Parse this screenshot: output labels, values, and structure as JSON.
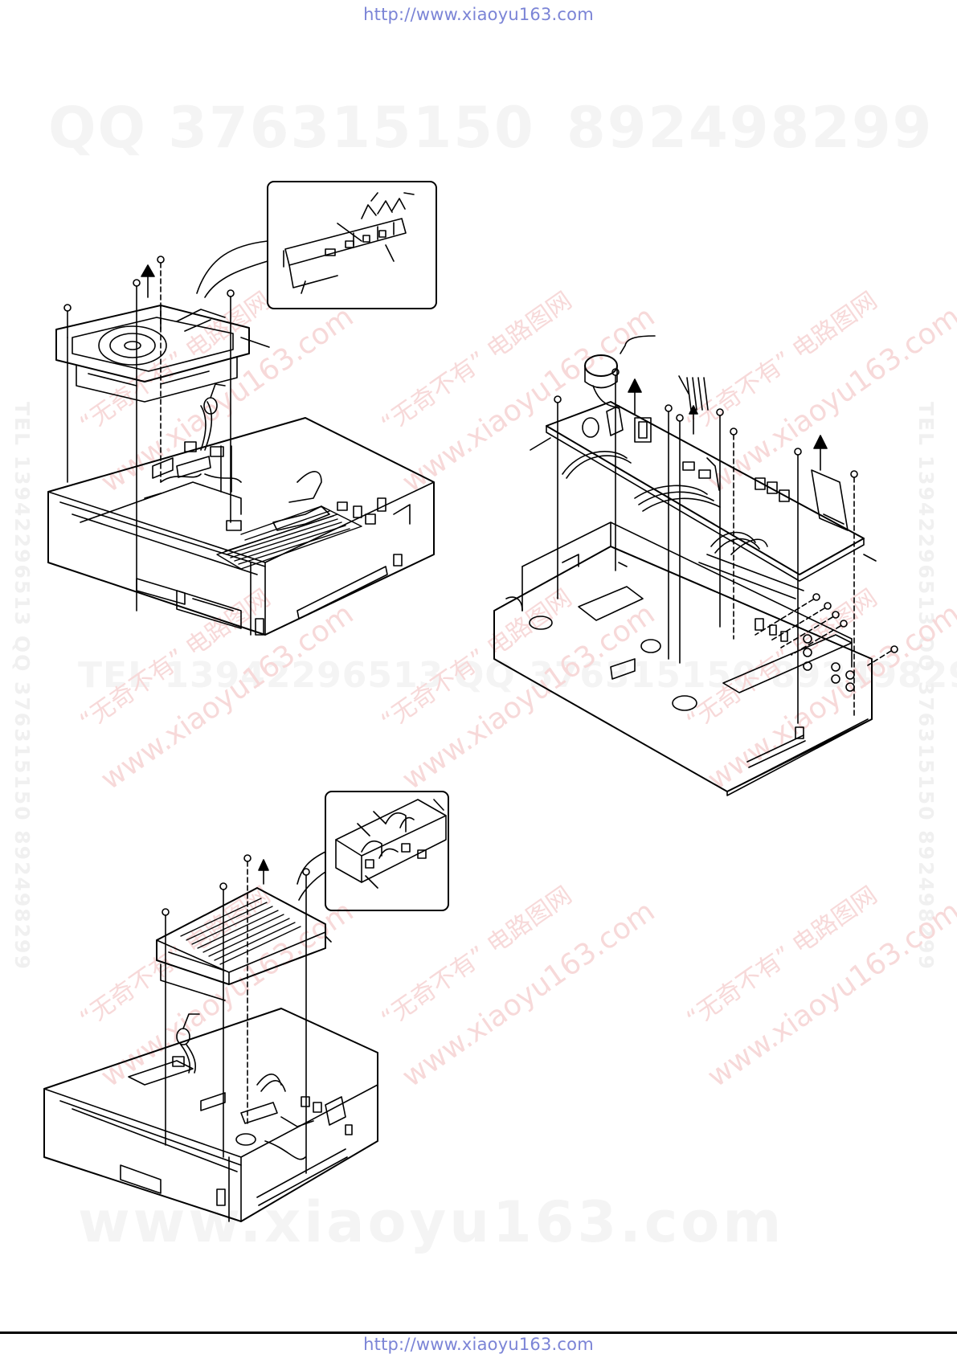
{
  "header": {
    "url": "http://www.xiaoyu163.com"
  },
  "footer": {
    "url": "http://www.xiaoyu163.com"
  },
  "watermarks": {
    "qq_left": "QQ 376315150",
    "qq_right": "892498299",
    "tel_mid": "TEL 13942296513",
    "qq_mid": "QQ 376315150 892498299",
    "www_big": "www.xiaoyu163.com",
    "vertical_left": "TEL 13942296513 QQ 376315150 892498299",
    "vertical_right": "TEL 13942296513 QQ 376315150 892498299",
    "site_cn": "“无奇不有” 电路图网",
    "site_url": "www.xiaoyu163.com"
  },
  "colors": {
    "line": "#000000",
    "link": "#7b84d6",
    "watermark_red": "#f7d9d9",
    "watermark_grey": "#f4f4f4"
  }
}
